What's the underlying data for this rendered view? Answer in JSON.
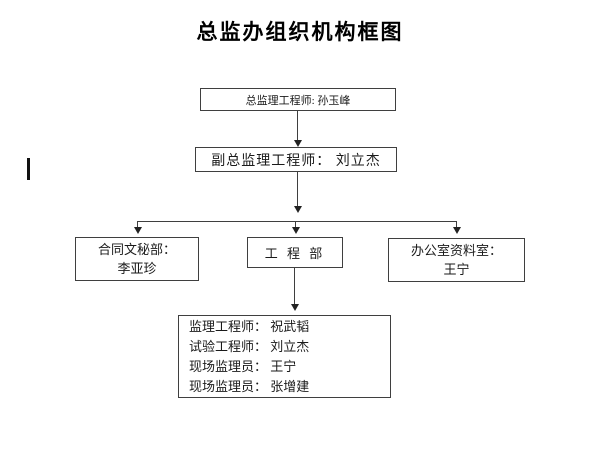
{
  "page": {
    "title": "总监办组织机构框图"
  },
  "artifacts": {
    "cursor_mark": "|"
  },
  "org": {
    "nodes": {
      "chief": {
        "label": "总监理工程师: 孙玉峰"
      },
      "deputy": {
        "label": "副总监理工程师： 刘立杰"
      },
      "contract": {
        "lines": [
          "合同文秘部：",
          "李亚珍"
        ]
      },
      "engineering": {
        "label": "工 程 部"
      },
      "office": {
        "lines": [
          "办公室资料室：",
          "王宁"
        ]
      },
      "staff": {
        "lines": [
          "监理工程师： 祝武韬",
          "试验工程师： 刘立杰",
          "现场监理员： 王宁",
          "现场监理员： 张增建"
        ]
      }
    }
  },
  "colors": {
    "background": "#ffffff",
    "box_border": "#3f3f3f",
    "connector_line": "#3f3f3f",
    "text": "#000000"
  }
}
